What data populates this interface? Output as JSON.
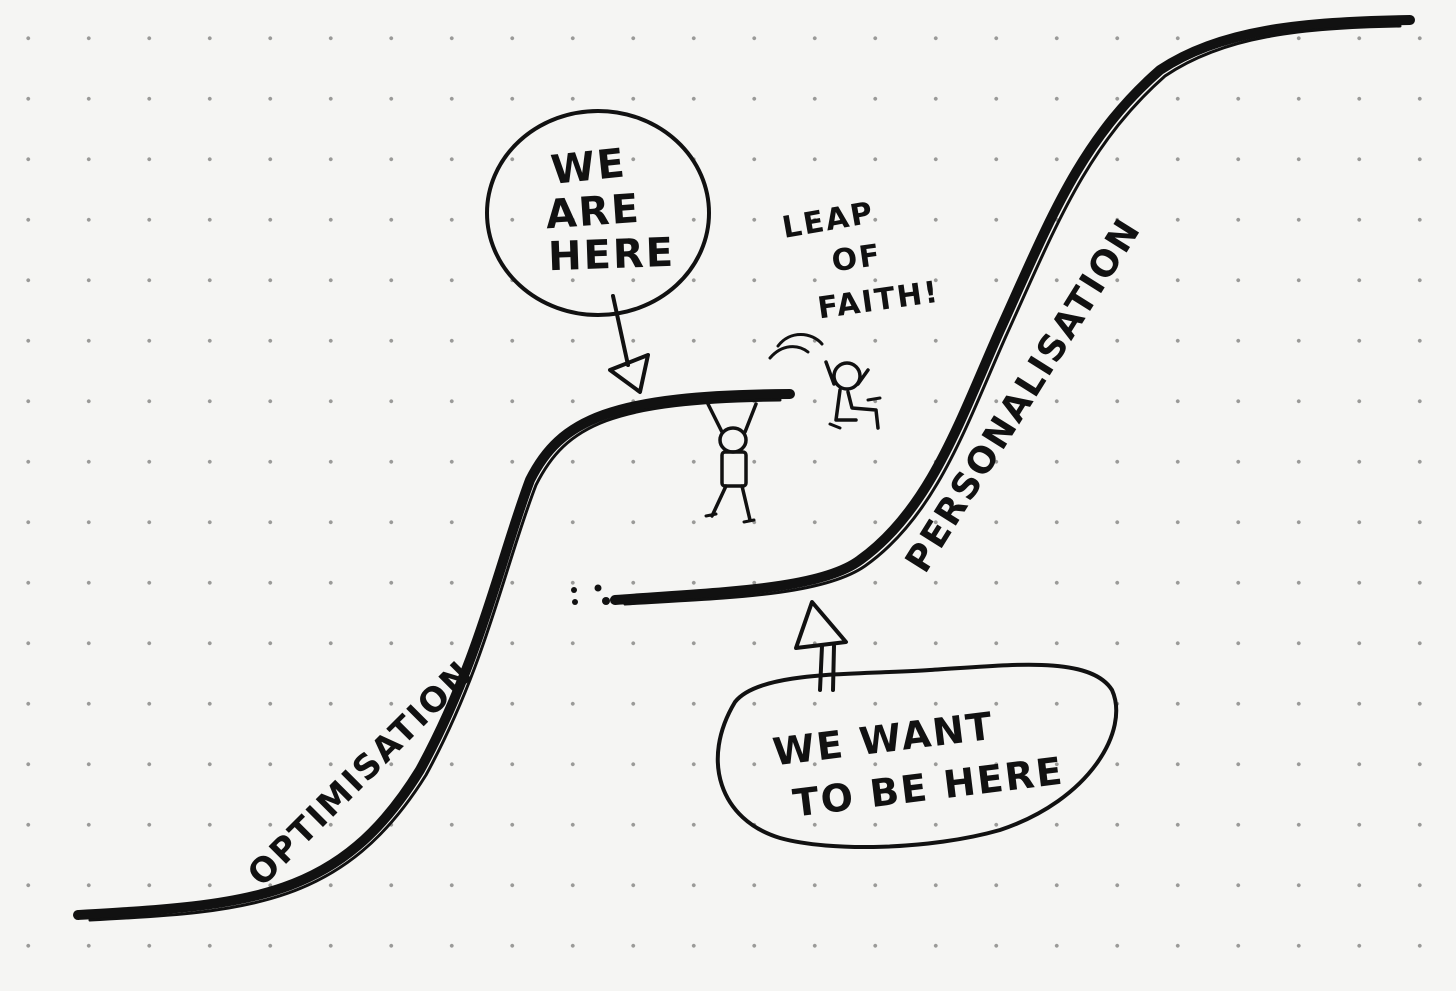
{
  "labels": {
    "we_are_here": [
      "WE",
      "ARE",
      "HERE"
    ],
    "leap_of_faith": [
      "LEAP",
      "OF",
      "FAITH!"
    ],
    "we_want_to_be_here": [
      "WE WANT",
      "TO BE HERE"
    ],
    "curve_optimisation": "OPTIMISATION",
    "curve_personalisation": "PERSONALISATION"
  },
  "colors": {
    "ink": "#111111",
    "paper": "#f5f5f3",
    "dot": "#9a9a98"
  },
  "icons": {
    "hanging_figure": "stick-figure-hanging-icon",
    "leaping_figure": "stick-figure-leaping-icon"
  }
}
